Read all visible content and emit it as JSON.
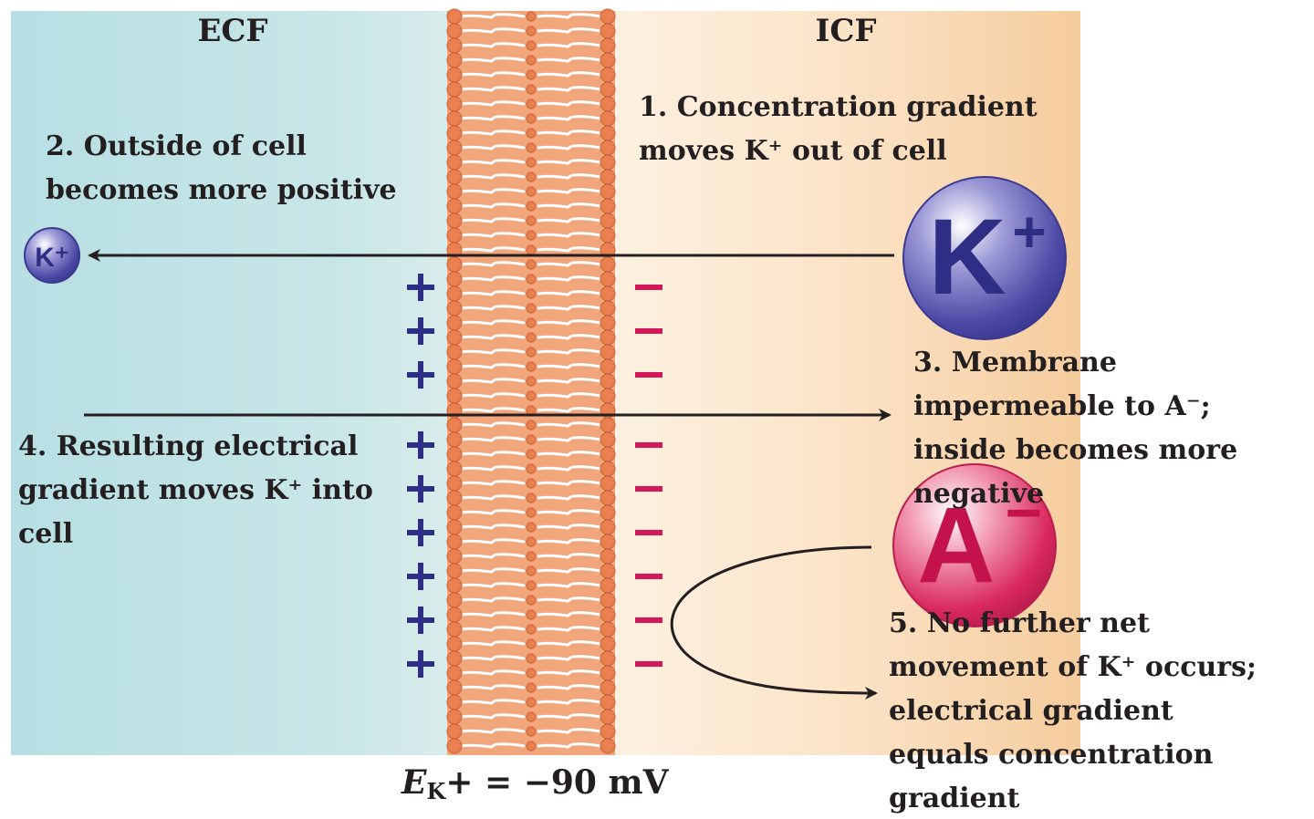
{
  "headers": {
    "ecf": "ECF",
    "icf": "ICF"
  },
  "labels": {
    "step1": "1. Concentration gradient\nmoves K⁺ out of cell",
    "step2": "2. Outside of cell\nbecomes more positive",
    "step3": "3. Membrane\nimpermeable to A⁻;\ninside becomes more\nnegative",
    "step4": "4. Resulting electrical\ngradient moves K⁺ into\ncell",
    "step5": "5. No further net\nmovement of K⁺ occurs;\nelectrical gradient\nequals concentration\ngradient"
  },
  "ions": {
    "k_big": {
      "symbol": "K",
      "charge": "+"
    },
    "k_small": {
      "text": "K⁺"
    },
    "anion": {
      "symbol": "A",
      "charge": "−"
    }
  },
  "equation": {
    "e": "E",
    "sub": "K",
    "rest": "+ = −90 mV"
  },
  "charges": {
    "plus_count_upper": 3,
    "plus_count_lower": 6
  },
  "colors": {
    "ecf": "#c9e6e8",
    "icf": "#f8d9b6",
    "membrane": "#ec8b5e",
    "potassium": "#4d4aa6",
    "anion": "#d9285e",
    "plus": "#2e2e85",
    "minus": "#d3185a",
    "text": "#231f20"
  }
}
